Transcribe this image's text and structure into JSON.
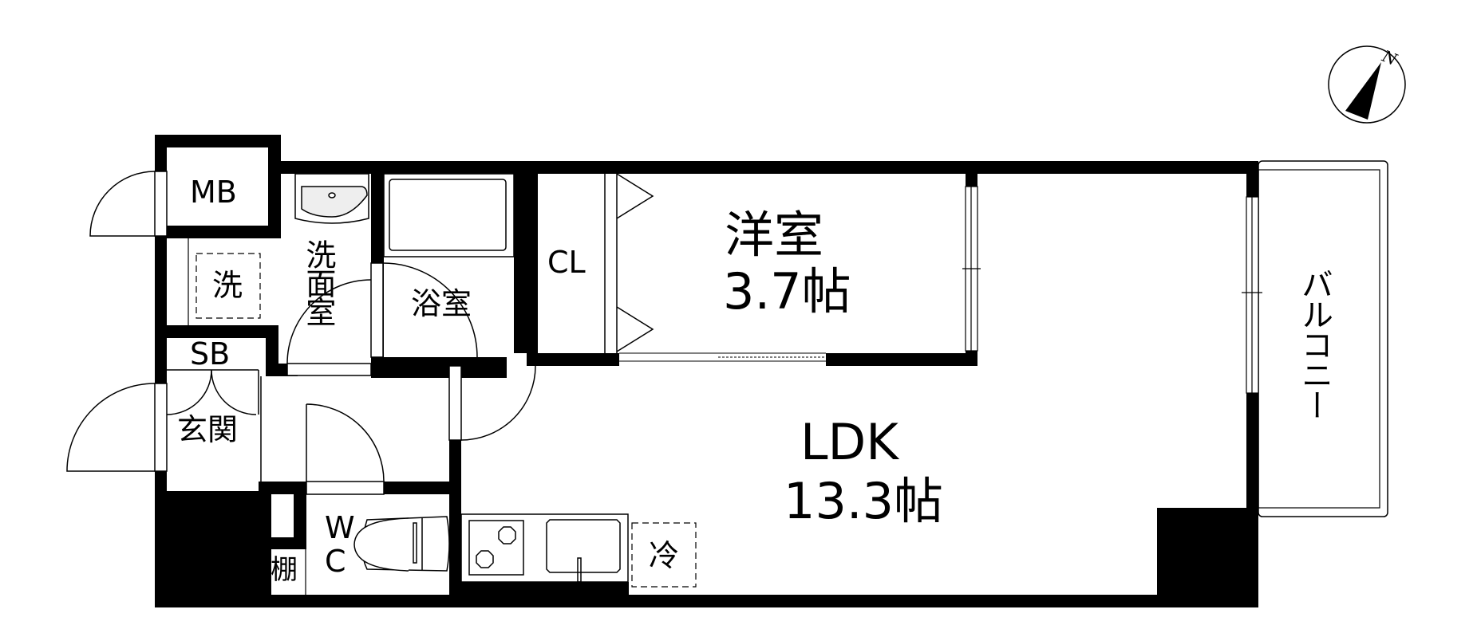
{
  "compass": {
    "label": "N",
    "icon": "north-arrow-icon"
  },
  "colors": {
    "wall": "#000000",
    "background": "#ffffff",
    "fixture_fill": "#eeeeee",
    "line": "#000000"
  },
  "rooms": {
    "mb": {
      "label": "MB"
    },
    "washer": {
      "label": "洗"
    },
    "washroom": {
      "label": "洗面室"
    },
    "bath": {
      "label": "浴室"
    },
    "closet": {
      "label": "CL"
    },
    "western_room": {
      "label": "洋室",
      "size": "3.7帖"
    },
    "shoe_box": {
      "label": "SB"
    },
    "entrance": {
      "label": "玄関"
    },
    "wc": {
      "label_line1": "W",
      "label_line2": "C"
    },
    "shelf": {
      "label": "棚"
    },
    "fridge": {
      "label": "冷"
    },
    "ldk": {
      "label": "LDK",
      "size": "13.3帖"
    },
    "balcony": {
      "label": "バルコニー"
    }
  }
}
